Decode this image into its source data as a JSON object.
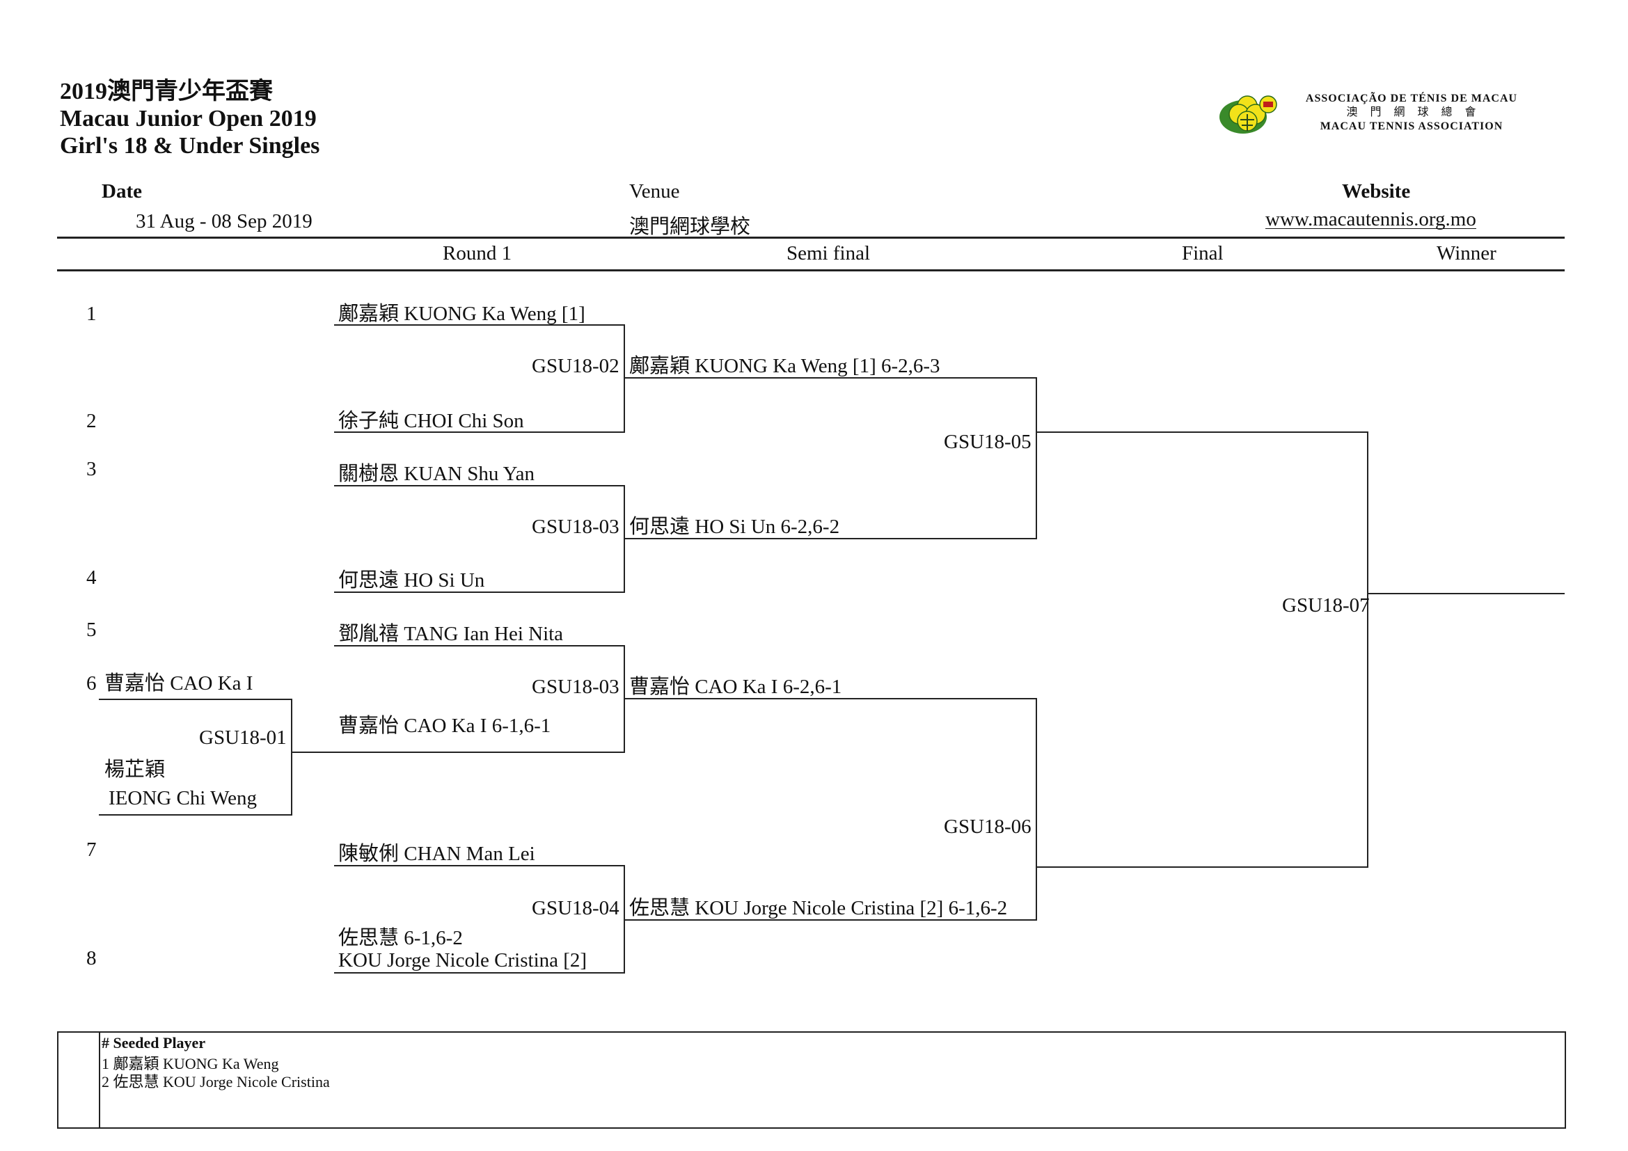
{
  "header": {
    "title_line1": "2019澳門青少年盃賽",
    "title_line2": "Macau Junior Open 2019",
    "title_line3": "Girl's 18 & Under Singles"
  },
  "logo": {
    "line1": "ASSOCIAÇÃO DE TÉNIS DE MACAU",
    "line2": "澳　門　網　球　總　會",
    "line3": "MACAU TENNIS ASSOCIATION",
    "colors": {
      "ball": "#f2e21a",
      "leaf": "#3a8a2a",
      "mark": "#c0201a"
    }
  },
  "info": {
    "date_label": "Date",
    "date_value": "31 Aug - 08 Sep 2019",
    "venue_label": "Venue",
    "venue_value": "澳門網球學校",
    "website_label": "Website",
    "website_value": "www.macautennis.org.mo"
  },
  "rounds": {
    "round1": "Round 1",
    "semi": "Semi final",
    "final": "Final",
    "winner": "Winner"
  },
  "draw": {
    "positions": [
      "1",
      "2",
      "3",
      "4",
      "5",
      "6",
      "7",
      "8"
    ],
    "qualifier": {
      "p6": "曹嘉怡 CAO Ka I",
      "p_cn": "楊芷穎",
      "p_en": "IEONG Chi Weng",
      "match": "GSU18-01"
    },
    "round1": [
      "鄺嘉穎 KUONG Ka Weng [1]",
      "徐子純 CHOI Chi Son",
      "關樹恩 KUAN Shu Yan",
      "何思遠 HO Si Un",
      "鄧胤禧 TANG Ian Hei Nita",
      "曹嘉怡 CAO Ka I 6-1,6-1",
      "陳敏俐 CHAN Man Lei",
      "佐思慧 6-1,6-2",
      "KOU Jorge Nicole Cristina [2]"
    ],
    "round1_matches": [
      "GSU18-02",
      "GSU18-03",
      "GSU18-03",
      "GSU18-04"
    ],
    "semi": [
      "鄺嘉穎 KUONG Ka Weng [1] 6-2,6-3",
      "何思遠 HO Si Un 6-2,6-2",
      "曹嘉怡 CAO Ka I 6-2,6-1",
      "佐思慧 KOU Jorge Nicole Cristina [2] 6-1,6-2"
    ],
    "semi_matches": [
      "GSU18-05",
      "GSU18-06"
    ],
    "final_match": "GSU18-07"
  },
  "seeds": {
    "title": "# Seeded Player",
    "items": [
      "1 鄺嘉穎 KUONG Ka Weng",
      "2 佐思慧 KOU Jorge Nicole Cristina"
    ]
  }
}
